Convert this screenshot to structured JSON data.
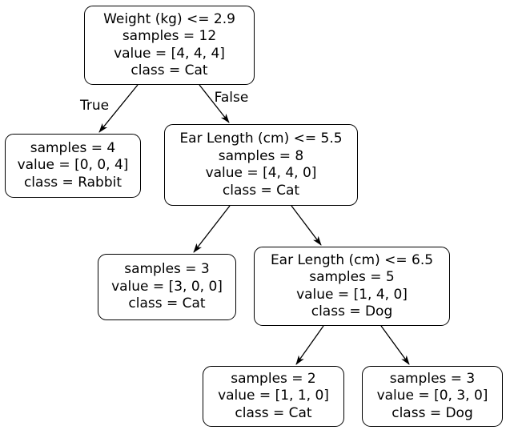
{
  "tree": {
    "type": "decision-tree",
    "edge_labels": [
      "True",
      "False"
    ],
    "colors": {
      "background": "#ffffff",
      "node_border": "#000000",
      "node_fill": "#ffffff",
      "text": "#000000",
      "arrow": "#000000"
    },
    "nodes": [
      {
        "id": "root",
        "lines": [
          "Weight (kg) <= 2.9",
          "samples = 12",
          "value = [4, 4, 4]",
          "class = Cat"
        ]
      },
      {
        "id": "leaf-rabbit",
        "lines": [
          "samples = 4",
          "value = [0, 0, 4]",
          "class = Rabbit"
        ]
      },
      {
        "id": "split-ear-length-5-5",
        "lines": [
          "Ear Length (cm) <= 5.5",
          "samples = 8",
          "value = [4, 4, 0]",
          "class = Cat"
        ]
      },
      {
        "id": "leaf-cat-3",
        "lines": [
          "samples = 3",
          "value = [3, 0, 0]",
          "class = Cat"
        ]
      },
      {
        "id": "split-ear-length-6-5",
        "lines": [
          "Ear Length (cm) <= 6.5",
          "samples = 5",
          "value = [1, 4, 0]",
          "class = Dog"
        ]
      },
      {
        "id": "leaf-cat-2",
        "lines": [
          "samples = 2",
          "value = [1, 1, 0]",
          "class = Cat"
        ]
      },
      {
        "id": "leaf-dog-3",
        "lines": [
          "samples = 3",
          "value = [0, 3, 0]",
          "class = Dog"
        ]
      }
    ],
    "edges": [
      {
        "from": "root",
        "to": "leaf-rabbit",
        "label": "True"
      },
      {
        "from": "root",
        "to": "split-ear-length-5-5",
        "label": "False"
      },
      {
        "from": "split-ear-length-5-5",
        "to": "leaf-cat-3",
        "label": ""
      },
      {
        "from": "split-ear-length-5-5",
        "to": "split-ear-length-6-5",
        "label": ""
      },
      {
        "from": "split-ear-length-6-5",
        "to": "leaf-cat-2",
        "label": ""
      },
      {
        "from": "split-ear-length-6-5",
        "to": "leaf-dog-3",
        "label": ""
      }
    ]
  }
}
